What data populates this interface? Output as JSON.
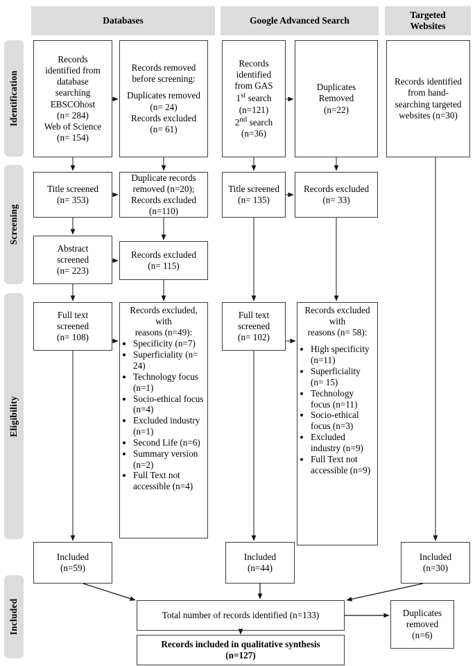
{
  "diagram": {
    "title": "PRISMA flow diagram of record identification, screening, eligibility and inclusion",
    "type": "prisma-flow-diagram"
  },
  "stages": [
    {
      "id": "identification",
      "label": "Identification"
    },
    {
      "id": "screening",
      "label": "Screening"
    },
    {
      "id": "eligibility",
      "label": "Eligibility"
    },
    {
      "id": "included",
      "label": "Included"
    }
  ],
  "column_headers": [
    {
      "id": "databases",
      "label": "Databases"
    },
    {
      "id": "google-advanced-search",
      "label": "Google Advanced Search"
    },
    {
      "id": "targeted-websites",
      "label": "Targeted\nWebsites"
    }
  ],
  "boxes": {
    "db_identified": {
      "lines": [
        "Records",
        "identified from",
        "database",
        "searching",
        "EBSCOhost",
        "(n= 284)",
        "Web of Science",
        "(n= 154)"
      ]
    },
    "db_removed_before_screening": {
      "lines": [
        "Records removed",
        "before screening:",
        "",
        "Duplicates removed",
        "(n= 24)",
        "Records excluded",
        "(n= 61)"
      ]
    },
    "gas_identified": {
      "lines": [
        "Records",
        "identified",
        "from GAS",
        "1st search",
        "(n=121)",
        "2nd search",
        "(n=36)"
      ],
      "superscripts": [
        "1st",
        "2nd"
      ]
    },
    "gas_duplicates_removed": {
      "lines": [
        "Duplicates",
        "Removed",
        "(n=22)"
      ]
    },
    "hand_search_identified": {
      "lines": [
        "Records identified",
        "from hand-",
        "searching targeted",
        "websites (n=30)"
      ]
    },
    "db_title_screened": {
      "lines": [
        "Title screened",
        "(n= 353)"
      ]
    },
    "db_duplicate_removed": {
      "lines": [
        "Duplicate records",
        "removed (n=20);",
        "Records excluded",
        "(n=110)"
      ]
    },
    "gas_title_screened": {
      "lines": [
        "Title screened",
        "(n= 135)"
      ]
    },
    "gas_records_excluded": {
      "lines": [
        "Records excluded",
        "(n= 33)"
      ]
    },
    "db_abstract_screened": {
      "lines": [
        "Abstract",
        "screened",
        "(n= 223)"
      ]
    },
    "db_abstract_excluded": {
      "lines": [
        "Records excluded",
        "(n= 115)"
      ]
    },
    "db_full_text": {
      "lines": [
        "Full text",
        "screened",
        "(n= 108)"
      ]
    },
    "db_excluded_reasons": {
      "heading": [
        "Records excluded,",
        "with",
        "reasons (n=49):"
      ],
      "items": [
        "Specificity (n=7)",
        "Superficiality (n= 24)",
        "Technology focus (n=1)",
        "Socio-ethical focus (n=4)",
        "Excluded industry (n=1)",
        "Second Life (n=6)",
        "Summary version (n=2)",
        "Full Text not accessible (n=4)"
      ]
    },
    "gas_full_text": {
      "lines": [
        "Full text",
        "screened",
        "(n= 102)"
      ]
    },
    "gas_excluded_reasons": {
      "heading": [
        "Records excluded",
        "with",
        "reasons (n= 58):"
      ],
      "items": [
        "High specificity (n=11)",
        "Superficiality (n= 15)",
        "Technology focus (n=11)",
        "Socio-ethical focus (n=3)",
        "Excluded industry (n=9)",
        "Full Text not accessible (n=9)"
      ]
    },
    "db_included": {
      "lines": [
        "Included",
        "(n=59)"
      ]
    },
    "gas_included": {
      "lines": [
        "Included",
        "(n=44)"
      ]
    },
    "web_included": {
      "lines": [
        "Included",
        "(n=30)"
      ]
    },
    "total_records": {
      "lines": [
        "Total number of records identified (n=133)"
      ]
    },
    "final_duplicates_removed": {
      "lines": [
        "Duplicates",
        "removed",
        "(n=6)"
      ]
    },
    "qualitative_synthesis": {
      "lines": [
        "Records included in qualitative synthesis",
        "(n=127)"
      ]
    }
  },
  "colors": {
    "band": "#dcdcdc",
    "box_border": "#3a3a3a",
    "connector": "#4a4a4a",
    "background": "#ffffff",
    "text": "#000000"
  }
}
